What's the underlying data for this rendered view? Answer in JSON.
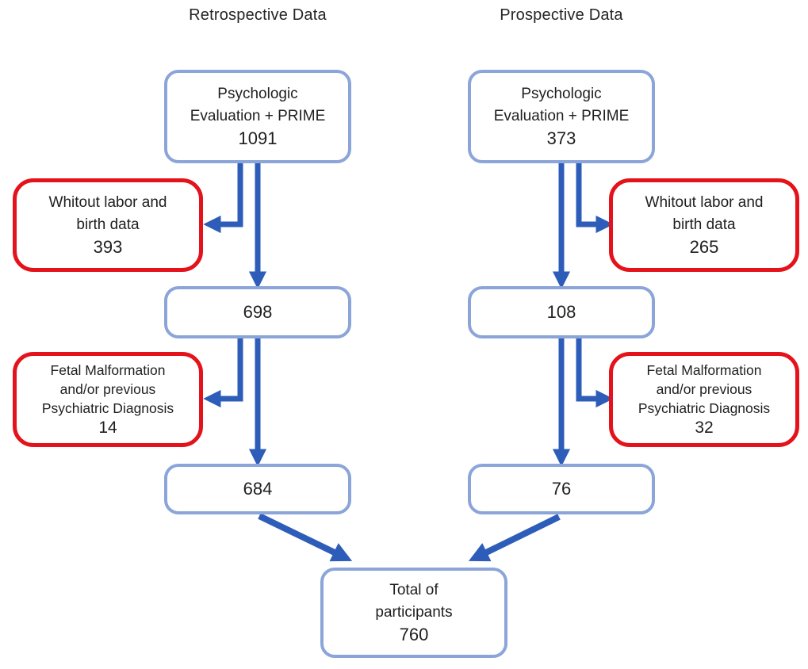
{
  "headers": {
    "retrospective": "Retrospective Data",
    "prospective": "Prospective Data"
  },
  "colors": {
    "blue_box_border": "#8ca5d9",
    "red_box_border": "#e4131b",
    "arrow_blue": "#2e5db9",
    "text": "#1f1f1f"
  },
  "nodes": {
    "retro_eval": {
      "line1": "Psychologic",
      "line2": "Evaluation + PRIME",
      "value": "1091"
    },
    "retro_excl1": {
      "line1": "Whitout labor and",
      "line2": "birth data",
      "value": "393"
    },
    "retro_mid": {
      "value": "698"
    },
    "retro_excl2": {
      "line1": "Fetal Malformation",
      "line2": "and/or previous",
      "line3": "Psychiatric Diagnosis",
      "value": "14"
    },
    "retro_final": {
      "value": "684"
    },
    "pros_eval": {
      "line1": "Psychologic",
      "line2": "Evaluation + PRIME",
      "value": "373"
    },
    "pros_excl1": {
      "line1": "Whitout labor and",
      "line2": "birth data",
      "value": "265"
    },
    "pros_mid": {
      "value": "108"
    },
    "pros_excl2": {
      "line1": "Fetal Malformation",
      "line2": "and/or previous",
      "line3": "Psychiatric Diagnosis",
      "value": "32"
    },
    "pros_final": {
      "value": "76"
    },
    "total": {
      "line1": "Total of",
      "line2": "participants",
      "value": "760"
    }
  }
}
